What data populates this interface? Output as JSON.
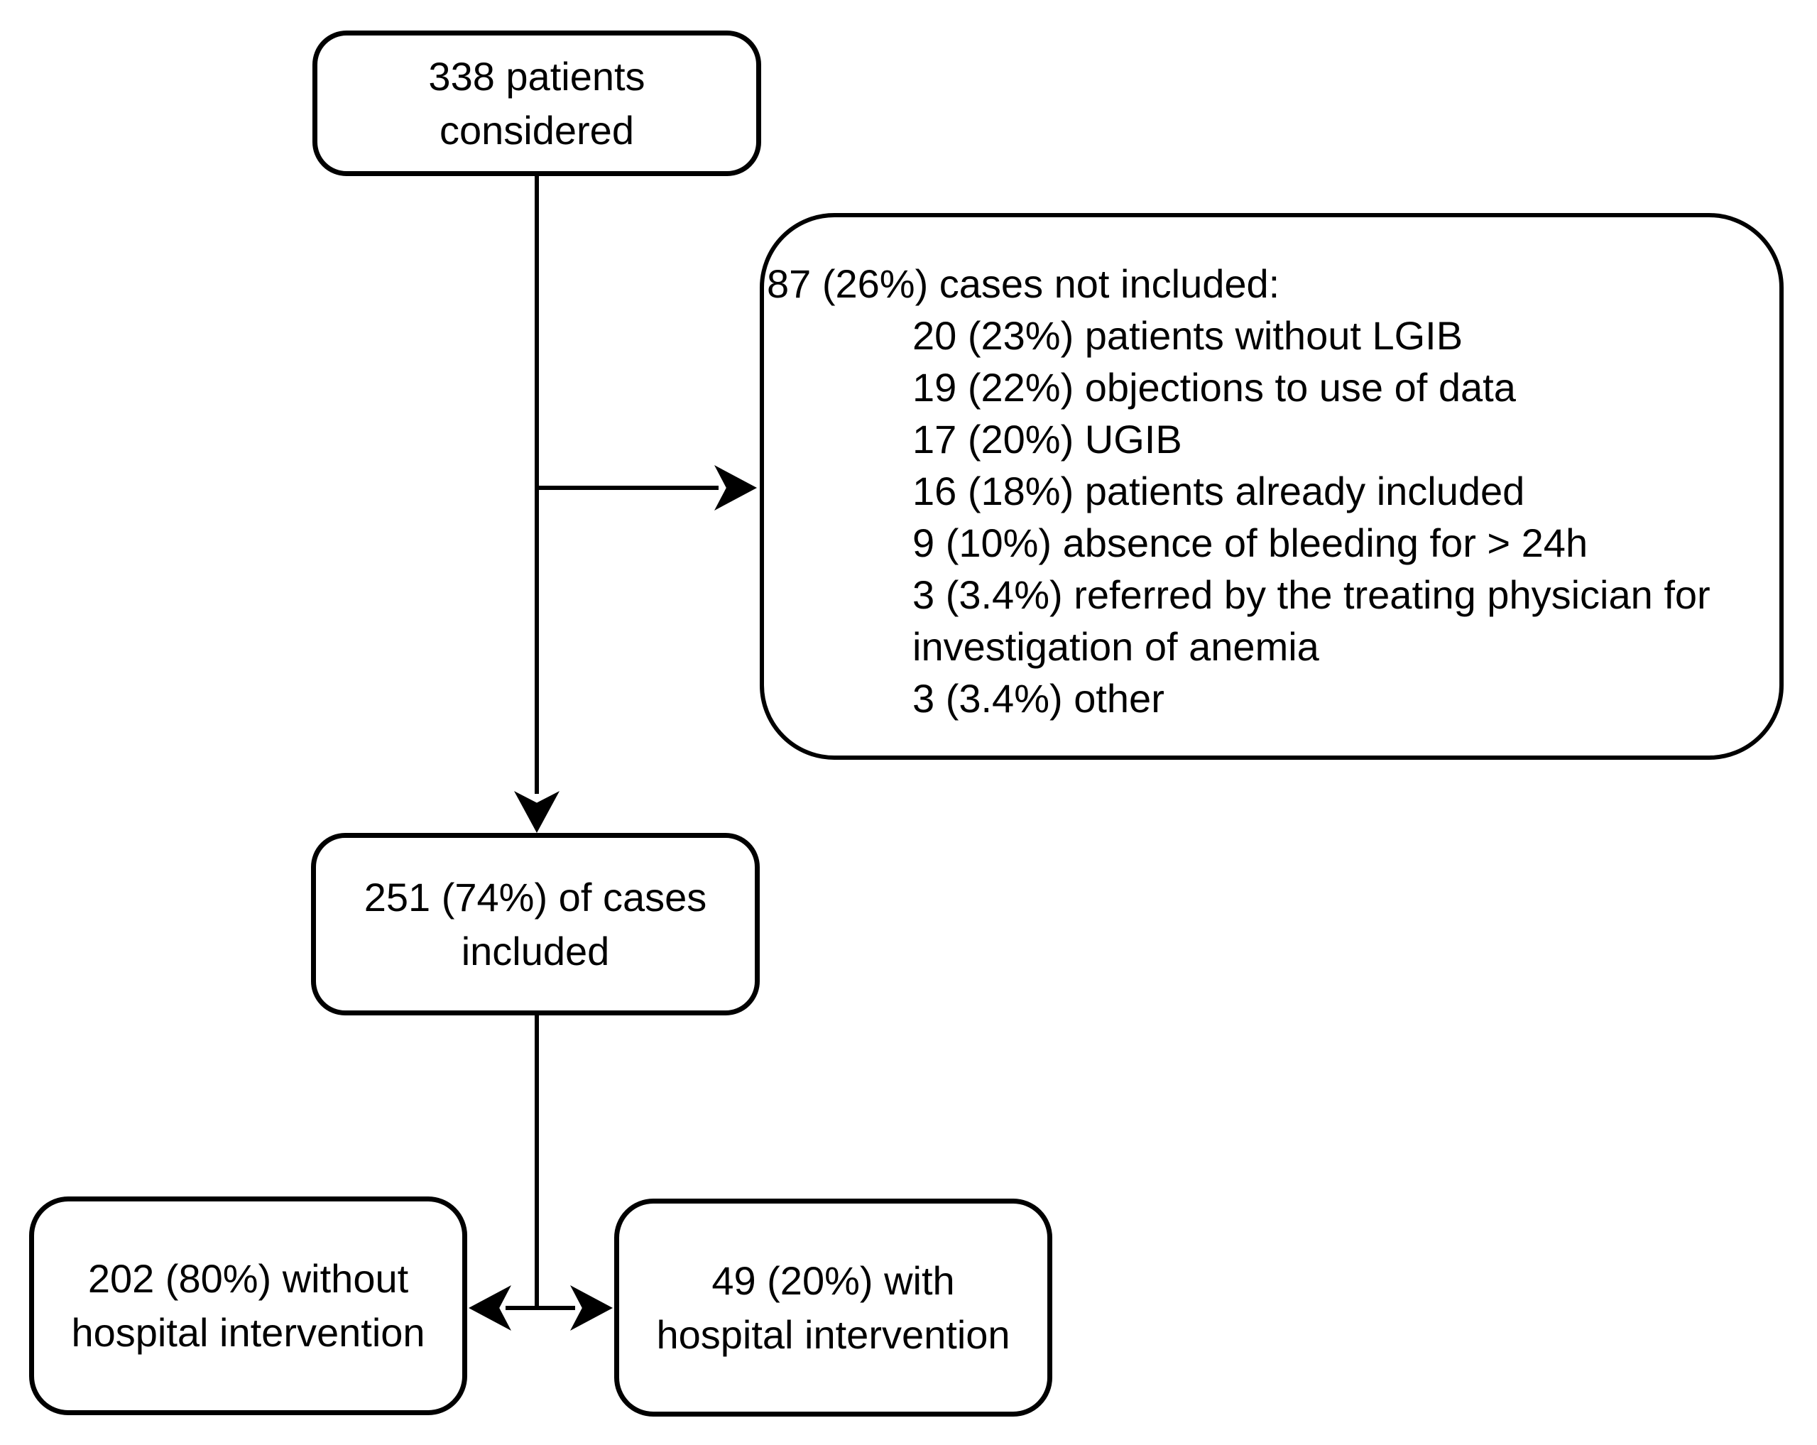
{
  "diagram": {
    "colors": {
      "background": "#ffffff",
      "line": "#000000",
      "text": "#000000"
    },
    "nodes": {
      "considered": {
        "line1": "338 patients",
        "line2": "considered"
      },
      "not_included": {
        "title": "87 (26%) cases not included:",
        "items": [
          "20 (23%) patients without LGIB",
          "19 (22%) objections to use of data",
          "17 (20%) UGIB",
          "16 (18%) patients already included",
          "9 (10%) absence of bleeding for > 24h",
          "3 (3.4%) referred by the treating physician for investigation of anemia",
          "3 (3.4%) other"
        ]
      },
      "included": {
        "line1": "251 (74%) of cases",
        "line2": "included"
      },
      "without_intervention": {
        "line1": "202 (80%) without",
        "line2": "hospital intervention"
      },
      "with_intervention": {
        "line1": "49 (20%) with",
        "line2": "hospital intervention"
      }
    }
  }
}
